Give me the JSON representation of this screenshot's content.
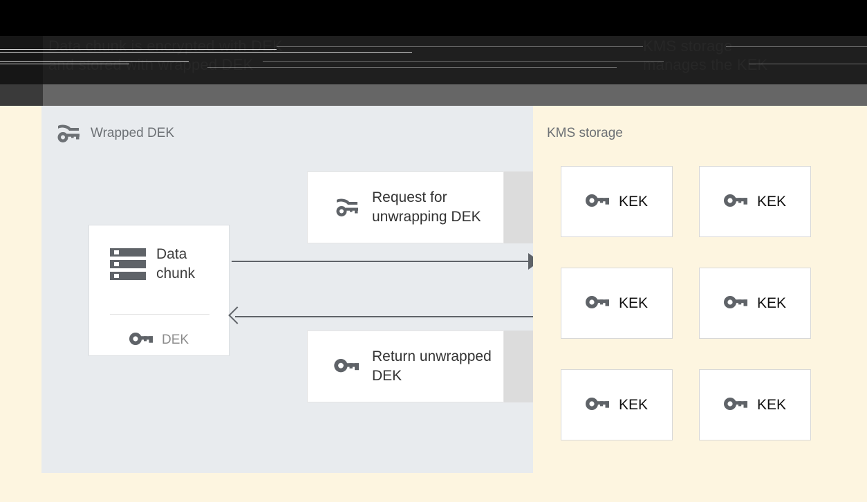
{
  "header": {
    "title_left": "Data chunk is encrypted with DEK and stored with wrapped DEK",
    "title_left_line1": "Data chunk is encrypted with DEK",
    "title_left_line2": "and stored with wrapped DEK",
    "title_right_line1": "KMS storage",
    "title_right_line2": "manages the KEK",
    "colors": {
      "band_black": "#000000",
      "band_dark": "#1f1f1f",
      "band_gray": "#666666"
    }
  },
  "diagram": {
    "background": "#fdf5e0",
    "left_panel": {
      "title": "Wrapped DEK",
      "title_icon": "wrapped-key-icon",
      "background": "#e8ebee",
      "data_card": {
        "title": "Data chunk",
        "title_icon": "storage-icon",
        "key_label": "DEK",
        "key_icon": "key-icon"
      },
      "messages": [
        {
          "label": "Request for unwrapping DEK",
          "icon": "wrapped-key-icon"
        },
        {
          "label": "Return unwrapped DEK",
          "icon": "key-icon"
        }
      ],
      "arrows": [
        {
          "name": "request-arrow",
          "direction": "right"
        },
        {
          "name": "return-arrow",
          "direction": "left"
        }
      ]
    },
    "right_panel": {
      "title": "KMS storage",
      "background": "#fdf5e0",
      "keys": [
        {
          "label": "KEK",
          "icon": "key-icon"
        },
        {
          "label": "KEK",
          "icon": "key-icon"
        },
        {
          "label": "KEK",
          "icon": "key-icon"
        },
        {
          "label": "KEK",
          "icon": "key-icon"
        },
        {
          "label": "KEK",
          "icon": "key-icon"
        },
        {
          "label": "KEK",
          "icon": "key-icon"
        }
      ]
    }
  }
}
